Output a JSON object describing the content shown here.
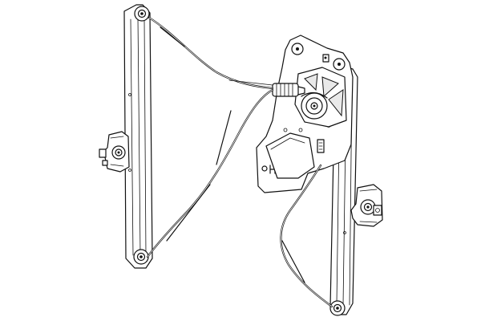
{
  "figure": {
    "colors": {
      "line": "#111111",
      "background": "#ffffff",
      "shade": "#e9e9e9"
    },
    "parts": [
      "front-guide-rail",
      "rear-guide-rail",
      "window-slider-front",
      "window-slider-rear",
      "mounting-plate",
      "motor-drive-unit",
      "cable-connector",
      "bowden-cable"
    ]
  }
}
